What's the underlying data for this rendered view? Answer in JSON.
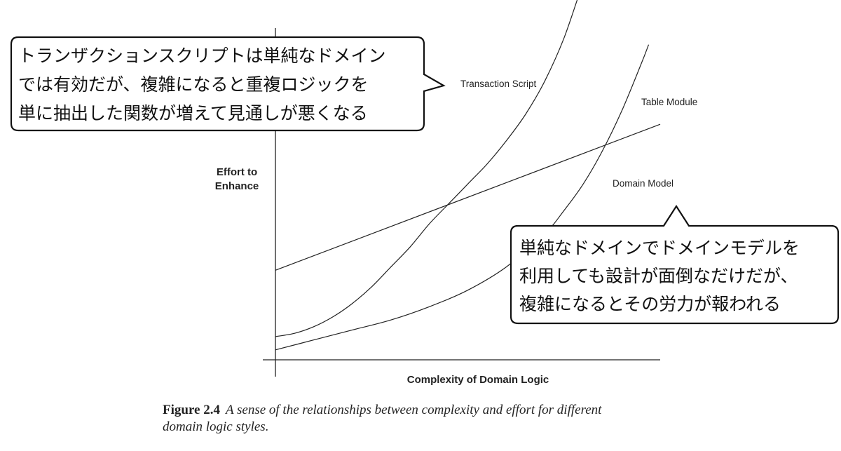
{
  "chart_data": {
    "type": "line",
    "xlabel": "Complexity of Domain Logic",
    "ylabel": "Effort to Enhance",
    "grid": false,
    "series": [
      {
        "name": "Transaction Script",
        "x": [
          0,
          0.05,
          0.1,
          0.15,
          0.2,
          0.25,
          0.3,
          0.35,
          0.4,
          0.45,
          0.5,
          0.55,
          0.6,
          0.65,
          0.7,
          0.75,
          0.8
        ],
        "values": [
          0.07,
          0.08,
          0.1,
          0.13,
          0.17,
          0.22,
          0.28,
          0.34,
          0.41,
          0.47,
          0.53,
          0.59,
          0.66,
          0.74,
          0.84,
          0.97,
          1.14
        ]
      },
      {
        "name": "Table Module",
        "x": [
          0,
          0.1,
          0.2,
          0.3,
          0.4,
          0.5,
          0.6,
          0.7,
          0.75,
          0.8,
          0.85,
          0.9,
          0.95,
          0.97
        ],
        "values": [
          0.03,
          0.06,
          0.09,
          0.12,
          0.16,
          0.21,
          0.28,
          0.38,
          0.45,
          0.53,
          0.63,
          0.75,
          0.89,
          0.95
        ]
      },
      {
        "name": "Domain Model",
        "x": [
          0,
          1
        ],
        "values": [
          0.27,
          0.71
        ]
      }
    ]
  },
  "callouts": {
    "top_left_lines": [
      "トランザクションスクリプトは単純なドメイン",
      "では有効だが、複雑になると重複ロジックを",
      "単に抽出した関数が増えて見通しが悪くなる"
    ],
    "bottom_right_lines": [
      "単純なドメインでドメインモデルを",
      "利用しても設計が面倒なだけだが、",
      "複雑になるとその労力が報われる"
    ]
  },
  "caption": {
    "label": "Figure 2.4",
    "text_line1": "A sense of the relationships between complexity and effort for different",
    "text_line2": "domain logic styles."
  }
}
